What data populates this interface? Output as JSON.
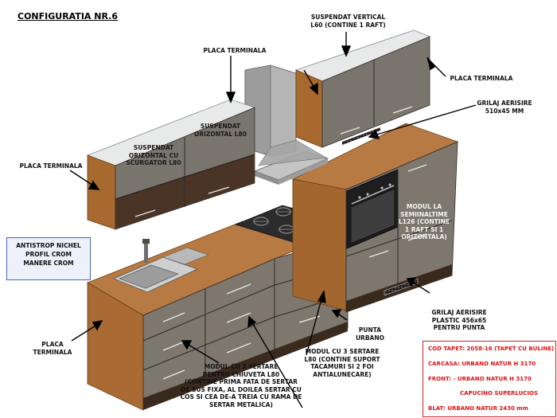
{
  "title": "CONFIGURATIA NR.6",
  "labels": {
    "suspendat_vertical": "SUSPENDAT VERTICAL\nL60 (CONTINE 1 RAFT)",
    "placa_top": "PLACA TERMINALA",
    "placa_right": "PLACA TERMINALA",
    "grilaj_top": "GRILAJ AERISIRE\n510x45 MM",
    "suspendat_orizontal": "SUSPENDAT\nORIZONTAL L80",
    "suspendat_scurgator": "SUSPENDAT\nORIZONTAL CU\nSCURGATOR L80",
    "placa_left": "PLACA TERMINALA",
    "modul_semi": "MODUL LA\nSEMIINALTIME\nL126 (CONTINE\n1 RAFT SI 1\nORIZONTALA)",
    "grilaj_plastic": "GRILAJ AERISIRE\nPLASTIC 456x65\nPENTRU PUNTA",
    "punta": "PUNTA\nURBANO",
    "placa_bottom": "PLACA\nTERMINALA",
    "modul_3_suport": "MODUL CU 3 SERTARE\nL80 (CONTINE SUPORT\nTACAMURI SI 2 FOI\nANTIALUNECARE)",
    "modul_chiuveta": "MODUL CU 3 SERTARE\nPENTRU CHIUVETA L80\n(CONTINE PRIMA FATA DE SERTAR\nDE SUS FIXA, AL DOILEA SERTAR CU\nCOS SI CEA DE-A TREIA CU RAMA DE\nSERTAR METALICA)"
  },
  "infobox": [
    "ANTISTROP NICHEL",
    "PROFIL CROM",
    "MANERE CROM"
  ],
  "spec": {
    "cod_tapet": "COD TAPET: 2058-16 (TAPET CU BULINE)",
    "carcasa": "CARCASA:  URBANO NATUR H 3170",
    "front": "FRONT:  -     URBANO NATUR H 3170",
    "capucino": "CAPUCINO SUPERLUCIOS",
    "blat": "BLAT:  URBANO NATUR 2430 mm"
  },
  "colors": {
    "wood": "#b2743d",
    "wood_dark": "#8a5426",
    "front_grey": "#79746c",
    "front_dark": "#463225",
    "top_white": "#e9ebea",
    "steel": "#a9a9a9",
    "spec_red": "#d11111",
    "info_border": "#4a64c4"
  }
}
